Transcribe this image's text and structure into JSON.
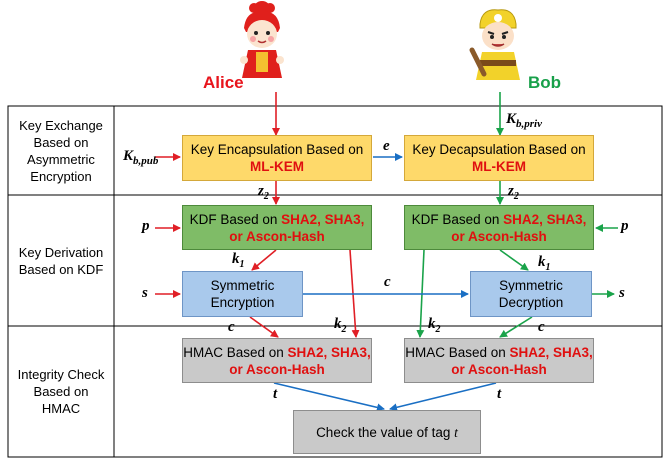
{
  "parties": {
    "alice": "Alice",
    "bob": "Bob"
  },
  "rows": [
    {
      "label": "Key Exchange Based on Asymmetric Encryption"
    },
    {
      "label": "Key Derivation Based on KDF"
    },
    {
      "label": "Integrity Check Based on HMAC"
    }
  ],
  "boxes": {
    "kem_encap": {
      "text": "Key Encapsulation Based on ",
      "highlight": "ML-KEM"
    },
    "kem_decap": {
      "text": "Key Decapsulation Based on ",
      "highlight": "ML-KEM"
    },
    "kdf_left": {
      "text": "KDF Based on ",
      "highlight": "SHA2, SHA3, or Ascon-Hash"
    },
    "kdf_right": {
      "text": "KDF Based on ",
      "highlight": "SHA2, SHA3, or Ascon-Hash"
    },
    "enc": {
      "text": "Symmetric Encryption"
    },
    "dec": {
      "text": "Symmetric Decryption"
    },
    "hmac_left": {
      "text": "HMAC Based on ",
      "highlight": "SHA2, SHA3, or Ascon-Hash"
    },
    "hmac_right": {
      "text": "HMAC Based on ",
      "highlight": "SHA2, SHA3, or Ascon-Hash"
    },
    "check": {
      "text": "Check the value of tag ",
      "var": "t"
    }
  },
  "vars": {
    "kbpub": "K",
    "kbpub_sub": "b,pub",
    "kbpriv": "K",
    "kbpriv_sub": "b,priv",
    "e": "e",
    "z2": "z",
    "z2_sub": "2",
    "p": "p",
    "s": "s",
    "k": "k",
    "k1_sub": "1",
    "k2_sub": "2",
    "c": "c",
    "t": "t"
  },
  "colors": {
    "alice": "#e8141c",
    "bob": "#18a04a",
    "blue_arrow": "#1a6fc4",
    "red_arrow": "#e01f26",
    "green_arrow": "#1aa34a"
  }
}
